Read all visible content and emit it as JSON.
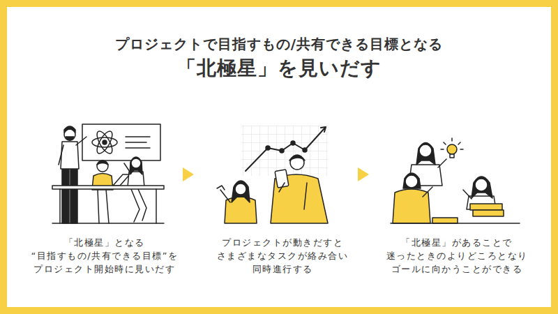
{
  "diagram": {
    "title": "プロジェクトで目指すもの/共有できる目標となる 「北極星」を見いだす",
    "labels": [
      "「北極星」となる “目指すもの/共有できる目標”を プロジェクト開始時に見いだす",
      "プロジェクトが動きだすと さまざまなタスクが絡み合い 同時進行する",
      "「北極星」があることで 迷ったときのよりどころとなり ゴールに向かうことができる"
    ]
  }
}
